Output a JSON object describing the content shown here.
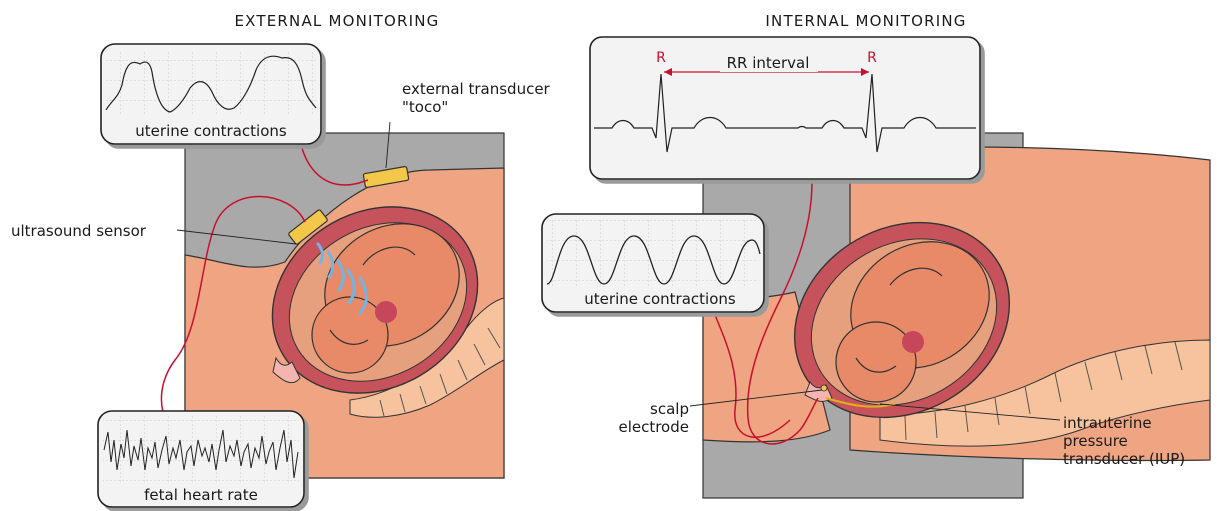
{
  "titles": {
    "external": "EXTERNAL MONITORING",
    "internal": "INTERNAL MONITORING"
  },
  "external": {
    "monitor_contractions": "uterine contractions",
    "monitor_heart": "fetal heart rate",
    "toco_line1": "external transducer",
    "toco_line2": "\"toco\"",
    "ultrasound": "ultrasound sensor"
  },
  "internal": {
    "ecg_peak_label": "R",
    "rr_interval": "RR interval",
    "monitor_contractions": "uterine contractions",
    "scalp_line1": "scalp",
    "scalp_line2": "electrode",
    "iup_line1": "intrauterine",
    "iup_line2": "pressure",
    "iup_line3": "transducer (IUP)"
  },
  "colors": {
    "background_gray": "#a9a9a9",
    "skin": "#f0a582",
    "uterus_wall": "#c6525c",
    "fetus": "#e88968",
    "cable": "#c8102e",
    "transducer": "#f3c84a",
    "ultrasound_waves": "#6fb6e6",
    "monitor_screen": "#f3f3f3"
  }
}
